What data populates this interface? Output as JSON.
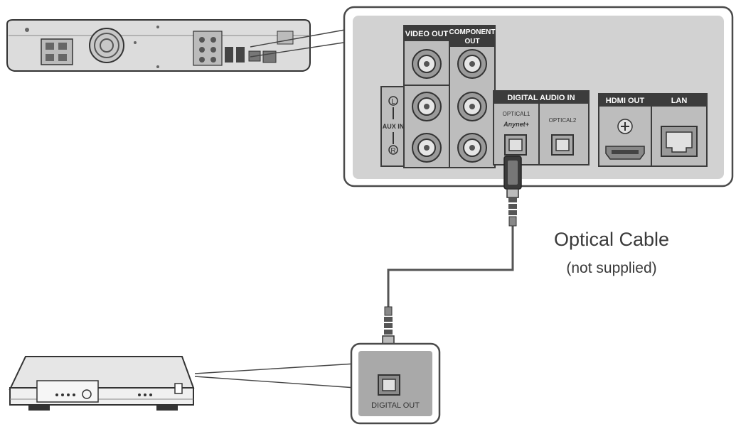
{
  "panel": {
    "video_out": "VIDEO OUT",
    "component_out_line1": "COMPONENT",
    "component_out_line2": "OUT",
    "aux_in": "AUX IN",
    "aux_left": "L",
    "aux_right": "R",
    "digital_audio_in": "DIGITAL AUDIO IN",
    "optical1": "OPTICAL1",
    "optical1_brand": "Anynet+",
    "optical2": "OPTICAL2",
    "hdmi_out": "HDMI OUT",
    "lan": "LAN"
  },
  "cable": {
    "name": "Optical Cable",
    "note": "(not supplied)"
  },
  "source_device": {
    "port_label": "DIGITAL OUT"
  },
  "colors": {
    "panel_dark": "#3c3c3c",
    "panel_mid": "#bdbdbd",
    "panel_face": "#d2d2d2",
    "callout_border": "#4a4a4a",
    "cable": "#555555",
    "label_text": "#ffffff"
  }
}
